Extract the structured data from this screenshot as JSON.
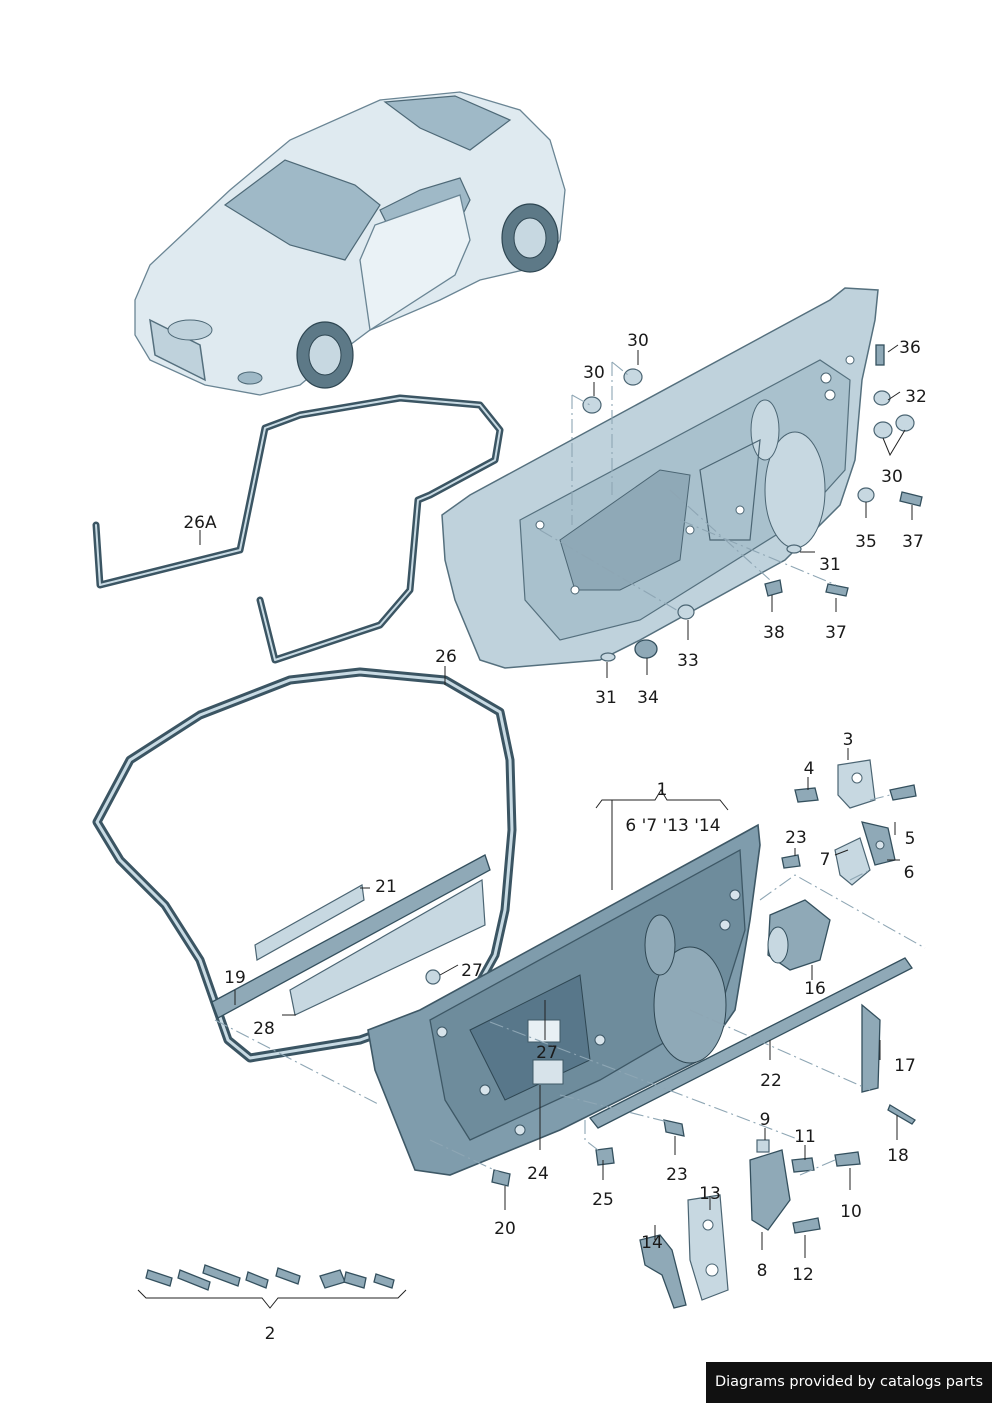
{
  "callouts": {
    "c1": "1",
    "c2": "2",
    "c3": "3",
    "c4": "4",
    "c5": "5",
    "c6": "6",
    "c7": "7",
    "c8": "8",
    "c9": "9",
    "c10": "10",
    "c11": "11",
    "c12": "12",
    "c13": "13",
    "c14": "14",
    "c16": "16",
    "c17": "17",
    "c18": "18",
    "c19": "19",
    "c20": "20",
    "c21": "21",
    "c22": "22",
    "c23a": "23",
    "c23b": "23",
    "c24": "24",
    "c25": "25",
    "c26": "26",
    "c26a": "26A",
    "c27a": "27",
    "c27b": "27",
    "c28": "28",
    "c30a": "30",
    "c30b": "30",
    "c30c": "30",
    "c31a": "31",
    "c31b": "31",
    "c32": "32",
    "c33": "33",
    "c34": "34",
    "c35": "35",
    "c36": "36",
    "c37a": "37",
    "c37b": "37",
    "c38": "38",
    "group1_sub": "6 '7 '13 '14"
  },
  "credit": "Diagrams provided by catalogs parts"
}
